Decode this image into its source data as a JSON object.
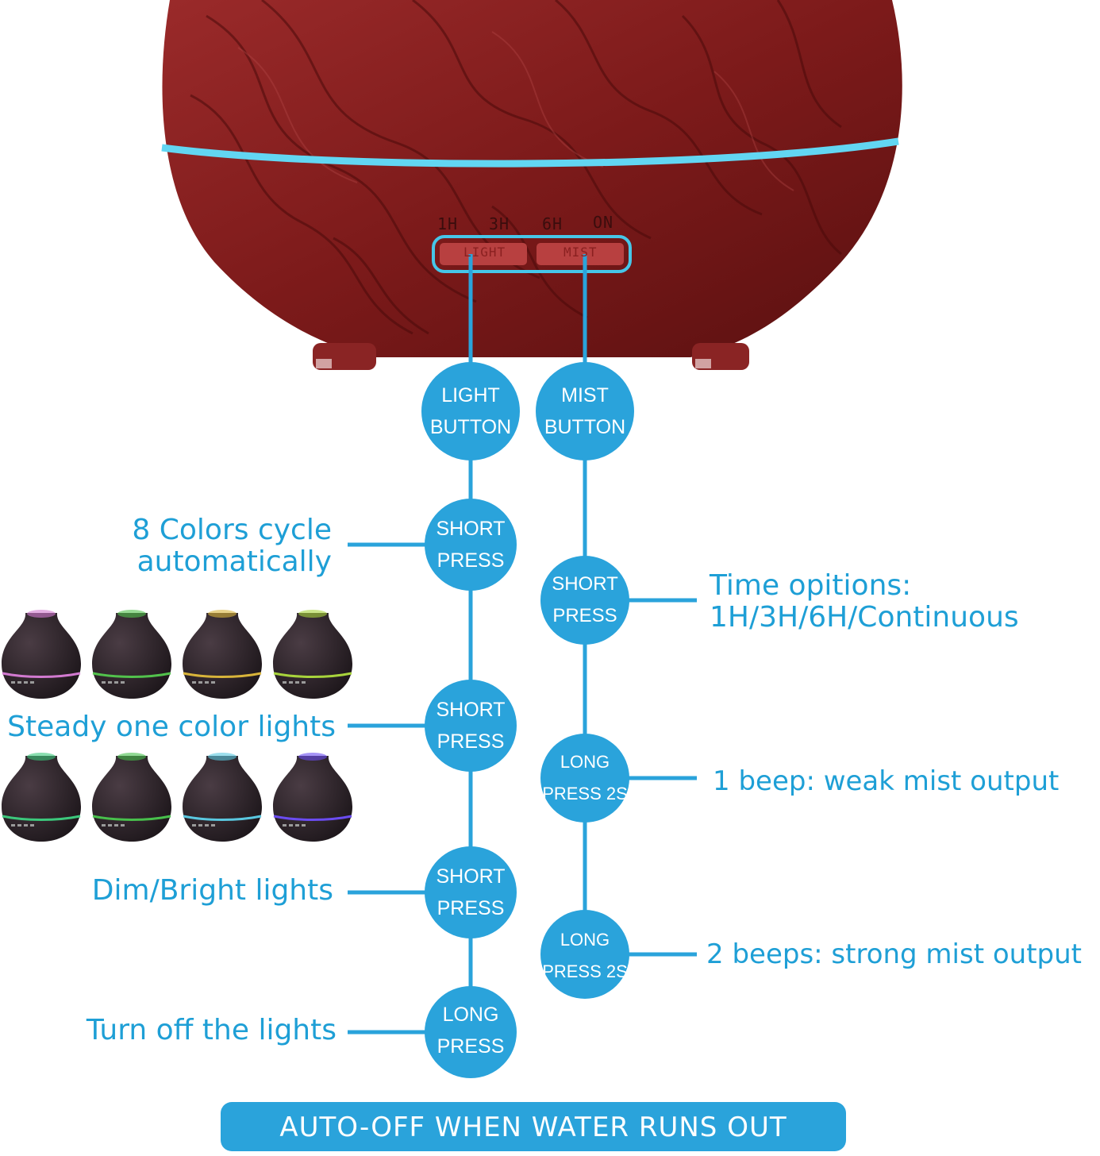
{
  "device": {
    "timer_labels": [
      "1H",
      "3H",
      "6H",
      "ON"
    ],
    "button_labels": [
      "LIGHT",
      "MIST"
    ]
  },
  "tree_nodes": {
    "light_button": [
      "LIGHT",
      "BUTTON"
    ],
    "mist_button": [
      "MIST",
      "BUTTON"
    ],
    "light_1": [
      "SHORT",
      "PRESS"
    ],
    "light_2": [
      "SHORT",
      "PRESS"
    ],
    "light_3": [
      "SHORT",
      "PRESS"
    ],
    "light_4": [
      "LONG",
      "PRESS"
    ],
    "mist_1": [
      "SHORT",
      "PRESS"
    ],
    "mist_2": [
      "LONG",
      "PRESS 2S"
    ],
    "mist_3": [
      "LONG",
      "PRESS 2S"
    ]
  },
  "captions": {
    "light_1": [
      "8 Colors cycle",
      "automatically"
    ],
    "light_2": "Steady one color lights",
    "light_3": "Dim/Bright lights",
    "light_4": "Turn off the lights",
    "mist_1": [
      "Time opitions:",
      "1H/3H/6H/Continuous"
    ],
    "mist_2": "1 beep: weak mist output",
    "mist_3": "2 beeps: strong mist output"
  },
  "banner": "AUTO-OFF WHEN WATER RUNS OUT",
  "colors": {
    "accent": "#2aa3db",
    "caption": "#1e9fd6",
    "wood": "#7a1818",
    "led_ring": "#62d6f2",
    "mini_body": "#2a2228"
  },
  "mini_diffuser_ring_colors": [
    "#d27ad0",
    "#52c24c",
    "#d8b43a",
    "#a8d43c",
    "#3cc87c",
    "#48c04c",
    "#5ac8e0",
    "#6a4cf0"
  ]
}
